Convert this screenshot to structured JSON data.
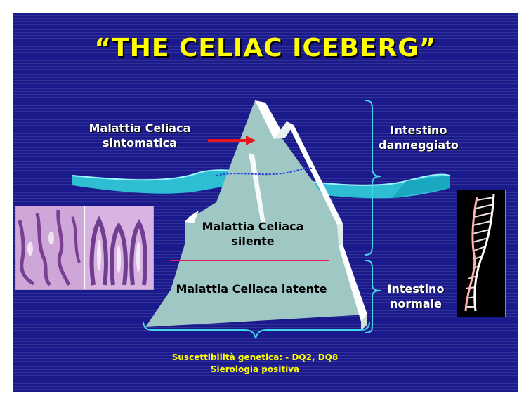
{
  "title": "“THE CELIAC ICEBERG”",
  "labels": {
    "sintomatica": [
      "Malattia Celiaca",
      "sintomatica"
    ],
    "silente": [
      "Malattia Celiaca",
      "silente"
    ],
    "latente": "Malattia Celiaca latente",
    "danneggiato": [
      "Intestino",
      "danneggiato"
    ],
    "normale": [
      "Intestino",
      "normale"
    ]
  },
  "footer": {
    "line1": "Suscettibilità genetica: -  DQ2, DQ8",
    "line2": "Sierologia positiva"
  },
  "colors": {
    "background": "#1a1a8c",
    "title": "#ffff00",
    "iceberg": "#9fc7c3",
    "water": "#40d8e8",
    "arrow": "#e8141e",
    "braces": "#40d8e8"
  }
}
